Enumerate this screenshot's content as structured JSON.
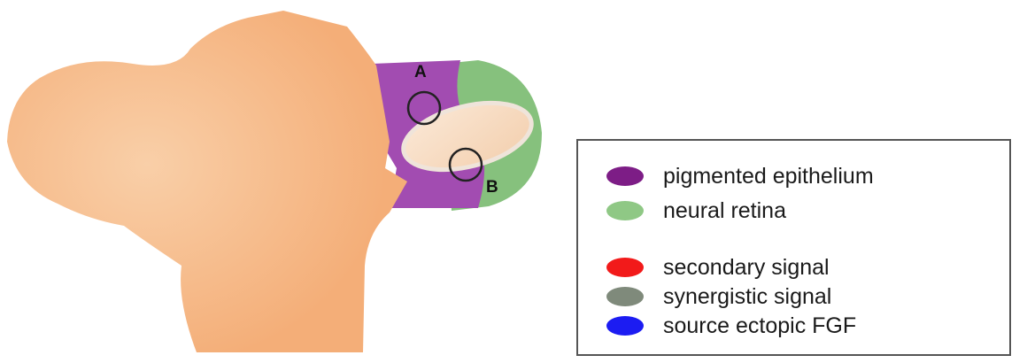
{
  "markers": [
    {
      "label": "A"
    },
    {
      "label": "B"
    }
  ],
  "colors": {
    "tissue": "#f6b685",
    "tissue_light": "#f8c8a2",
    "pigmented_epithelium": "#a24cb1",
    "neural_retina": "#86c17d",
    "lens": "#f7dcc4",
    "outline": "#222222"
  },
  "legend": {
    "items": [
      {
        "label": "pigmented epithelium",
        "color": "#7d1d86"
      },
      {
        "label": "neural retina",
        "color": "#8fc885"
      },
      {
        "label": "secondary signal",
        "color": "#f21a1a"
      },
      {
        "label": "synergistic signal",
        "color": "#7f8a7b"
      },
      {
        "label": "source ectopic FGF",
        "color": "#1c1cf2"
      }
    ]
  }
}
